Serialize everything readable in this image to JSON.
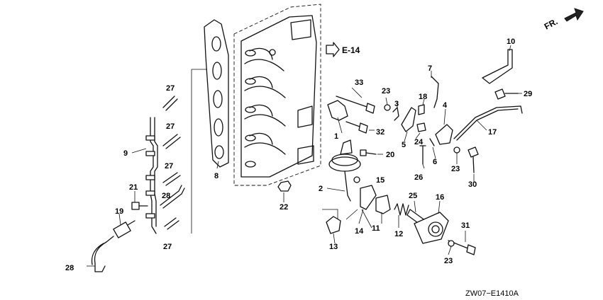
{
  "drawing_code": "ZW07−E1410A",
  "front_marker": "FR.",
  "reference": "E-14",
  "callouts": {
    "c2": "2",
    "c3": "3",
    "c4": "4",
    "c5": "5",
    "c6": "6",
    "c7": "7",
    "c8": "8",
    "c9": "9",
    "c10": "10",
    "c11": "11",
    "c12": "12",
    "c13": "13",
    "c14": "14",
    "c15": "15",
    "c16": "16",
    "c17": "17",
    "c18": "18",
    "c19": "19",
    "c20": "20",
    "c21": "21",
    "c22": "22",
    "c23a": "23",
    "c23b": "23",
    "c23c": "23",
    "c24": "24",
    "c25": "25",
    "c26": "26",
    "c27a": "27",
    "c27b": "27",
    "c27c": "27",
    "c27d": "27",
    "c28a": "28",
    "c28b": "28",
    "c29": "29",
    "c30": "30",
    "c31": "31",
    "c32": "32",
    "c33": "33",
    "c1": "1"
  }
}
